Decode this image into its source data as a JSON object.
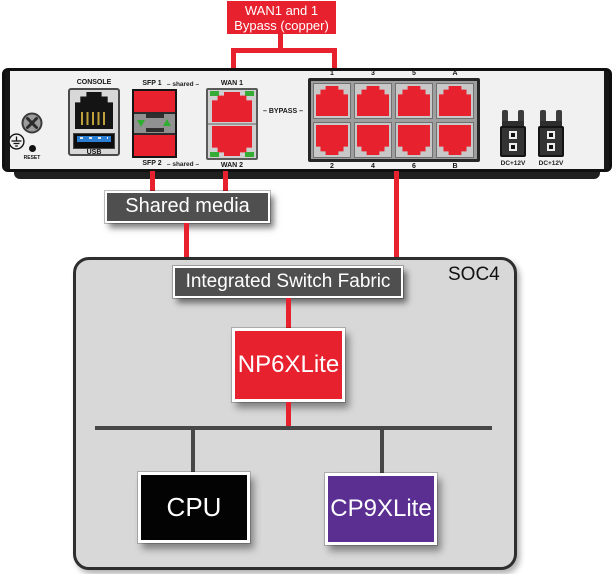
{
  "callout": {
    "line1": "WAN1 and 1",
    "line2": "Bypass (copper)"
  },
  "front_panel": {
    "reset": "RESET",
    "console": "CONSOLE",
    "usb": "USB",
    "sfp1": "SFP 1",
    "sfp2": "SFP 2",
    "shared_top": "– shared –",
    "shared_bottom": "– shared –",
    "wan1": "WAN 1",
    "wan2": "WAN 2",
    "bypass": "– BYPASS –",
    "ports_top": [
      "1",
      "3",
      "5",
      "A"
    ],
    "ports_bottom": [
      "2",
      "4",
      "6",
      "B"
    ],
    "dc1": "DC+12V",
    "dc2": "DC+12V"
  },
  "shared_media_label": "Shared media",
  "soc": {
    "name": "SOC4",
    "switch_fabric": "Integrated Switch Fabric",
    "np": "NP6XLite",
    "cpu": "CPU",
    "cp": "CP9XLite"
  },
  "colors": {
    "accent_red": "#e8212e",
    "cp_purple": "#5b2e91",
    "label_gray": "#4f4f4f",
    "soc_fill": "#d8d8d8",
    "led_green": "#35ad35",
    "usb_blue": "#2a7fd4",
    "cpu_black": "#030303"
  }
}
